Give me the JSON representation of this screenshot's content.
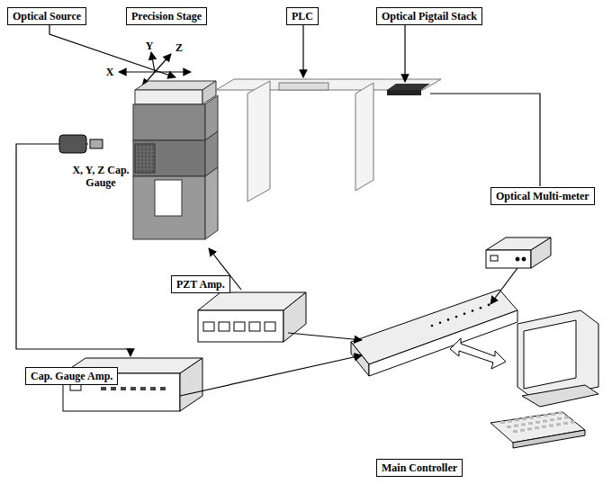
{
  "diagram": {
    "nodes": [
      {
        "text": [
          "Optical Source"
        ]
      },
      {
        "text": [
          "Precision Stage"
        ]
      },
      {
        "text": [
          "PLC"
        ]
      },
      {
        "text": [
          "Optical Pigtail Stack"
        ]
      },
      {
        "text": [
          "Optical Multi-meter"
        ]
      },
      {
        "text": [
          "PZT Amp."
        ]
      },
      {
        "text": [
          "Cap. Gauge Amp."
        ]
      },
      {
        "text": [
          "Main Controller"
        ]
      }
    ],
    "labels": [
      "X",
      "Y",
      "Z",
      "X, Y, Z Cap. Gauge"
    ]
  }
}
